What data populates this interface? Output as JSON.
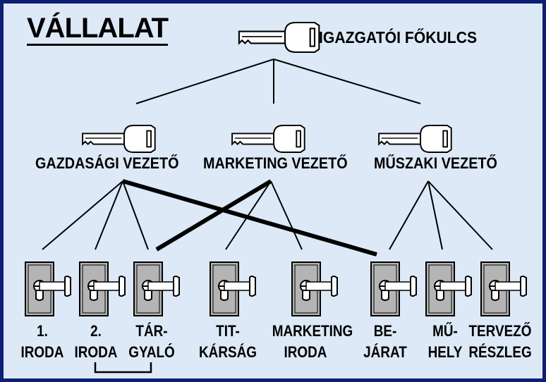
{
  "title": "VÁLLALAT",
  "head": {
    "label": "IGAZGATÓI FŐKULCS",
    "icon": "master-key-icon"
  },
  "managers": [
    {
      "label": "GAZDASÁGI VEZETŐ",
      "icon": "key-icon"
    },
    {
      "label": "MARKETING VEZETŐ",
      "icon": "key-icon"
    },
    {
      "label": "MŰSZAKI VEZETŐ",
      "icon": "key-icon"
    }
  ],
  "rooms": [
    {
      "line1": "1.",
      "line2": "IRODA"
    },
    {
      "line1": "2.",
      "line2": "IRODA"
    },
    {
      "line1": "TÁR-",
      "line2": "GYALÓ"
    },
    {
      "line1": "TIT-",
      "line2": "KÁRSÁG"
    },
    {
      "line1": "MARKETING",
      "line2": "IRODA"
    },
    {
      "line1": "BE-",
      "line2": "JÁRAT"
    },
    {
      "line1": "MŰ-",
      "line2": "HELY"
    },
    {
      "line1": "TERVEZŐ",
      "line2": "RÉSZLEG"
    }
  ],
  "colors": {
    "border": "#0d1f73",
    "background": "#dde9f7",
    "lock_plate": "#b4b4b4"
  }
}
